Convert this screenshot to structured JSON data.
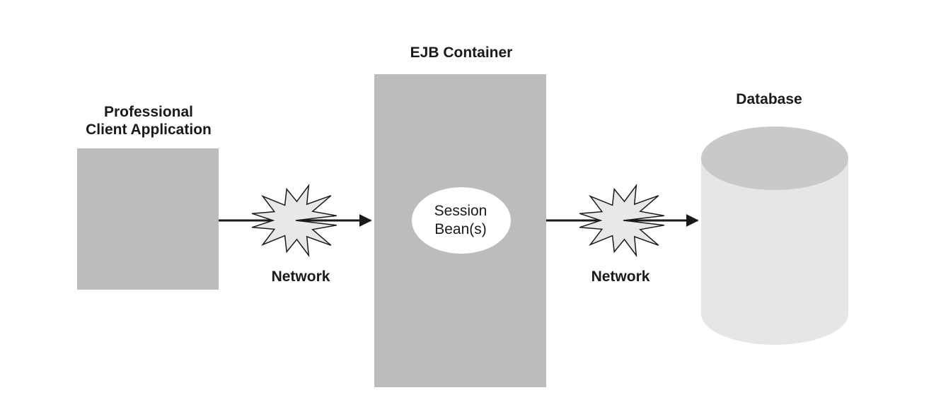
{
  "client": {
    "title_line1": "Professional",
    "title_line2": "Client Application"
  },
  "container": {
    "title": "EJB Container",
    "bean_line1": "Session",
    "bean_line2": "Bean(s)"
  },
  "database": {
    "title": "Database"
  },
  "networks": [
    {
      "label": "Network"
    },
    {
      "label": "Network"
    }
  ],
  "colors": {
    "box_fill": "#bcbcbd",
    "cylinder_body": "#e6e6e7",
    "cylinder_top": "#c9c9ca",
    "starburst_fill": "#e8e8e8",
    "line": "#1a1a1a",
    "background": "#ffffff"
  }
}
